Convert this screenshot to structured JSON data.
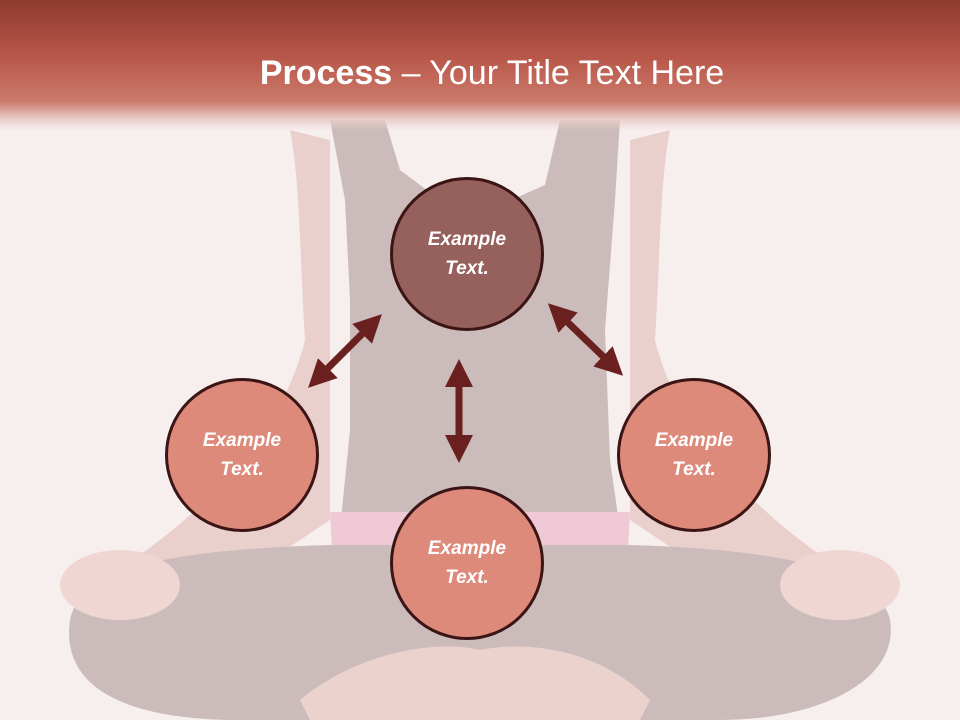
{
  "slide": {
    "title_bold": "Process",
    "title_dash": " – ",
    "title_rest": "Your Title Text Here"
  },
  "nodes": {
    "top": "Example Text.",
    "left": "Example Text.",
    "right": "Example Text.",
    "bottom": "Example Text."
  },
  "colors": {
    "header_dark": "#8f3a2f",
    "header_light": "#cc7a6c",
    "top_circle": "#96605c",
    "petal_circle": "#dd8a7b",
    "outline": "#3b1515",
    "arrow": "#6b2020"
  },
  "icons": {
    "arrow": "double-headed-arrow"
  }
}
